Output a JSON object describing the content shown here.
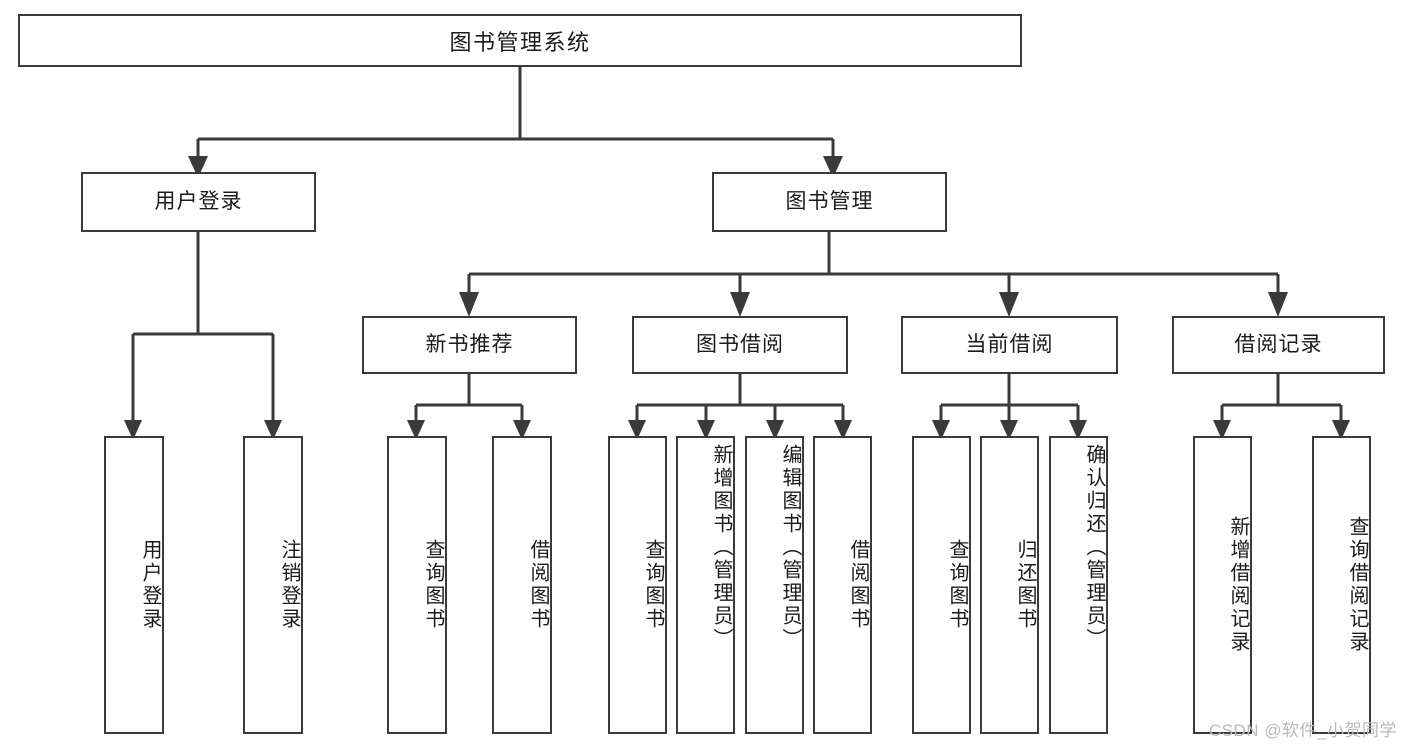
{
  "diagram": {
    "title": "图书管理系统",
    "type": "功能结构图",
    "line_color": "#3a3a3a",
    "box_fill": "#ffffff",
    "text_color": "#1b1b1b"
  },
  "root": {
    "label": "图书管理系统"
  },
  "level2": [
    {
      "label": "用户登录"
    },
    {
      "label": "图书管理"
    }
  ],
  "level3": [
    {
      "label": "新书推荐"
    },
    {
      "label": "图书借阅"
    },
    {
      "label": "当前借阅"
    },
    {
      "label": "借阅记录"
    }
  ],
  "leaves": {
    "user_login": [
      {
        "label": "用户登录"
      },
      {
        "label": "注销登录"
      }
    ],
    "new_book": [
      {
        "label": "查询图书"
      },
      {
        "label": "借阅图书"
      }
    ],
    "borrow_book": [
      {
        "label": "查询图书"
      },
      {
        "label": "新增图书（管理员）"
      },
      {
        "label": "编辑图书（管理员）"
      },
      {
        "label": "借阅图书"
      }
    ],
    "current_borrow": [
      {
        "label": "查询图书"
      },
      {
        "label": "归还图书"
      },
      {
        "label": "确认归还（管理员）"
      }
    ],
    "borrow_record": [
      {
        "label": "新增借阅记录"
      },
      {
        "label": "查询借阅记录"
      }
    ]
  },
  "watermark": {
    "text": "CSDN @软件_小贺同学"
  }
}
